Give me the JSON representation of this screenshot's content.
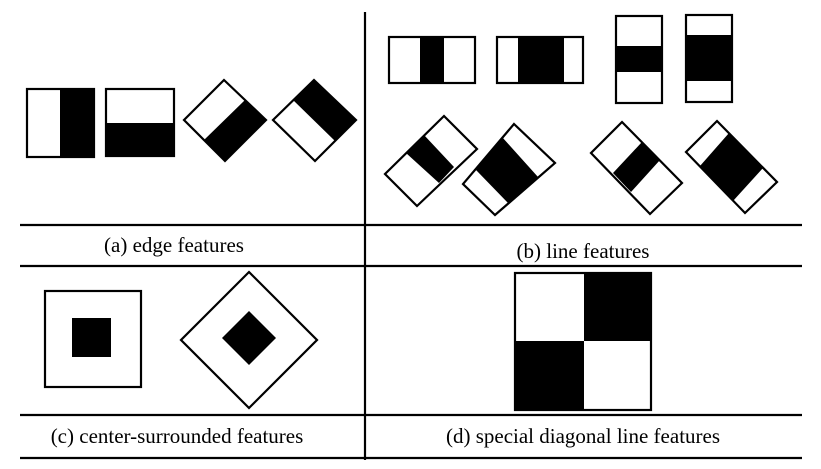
{
  "title": "Haar-like feature types",
  "colors": {
    "dark": "#000000",
    "light": "#ffffff"
  },
  "panels": [
    {
      "id": "a",
      "caption": "(a) edge features",
      "feature_count": 4
    },
    {
      "id": "b",
      "caption": "(b) line features",
      "feature_count": 8
    },
    {
      "id": "c",
      "caption": "(c)  center-surrounded features",
      "feature_count": 2
    },
    {
      "id": "d",
      "caption": "(d) special diagonal line features",
      "feature_count": 1
    }
  ]
}
